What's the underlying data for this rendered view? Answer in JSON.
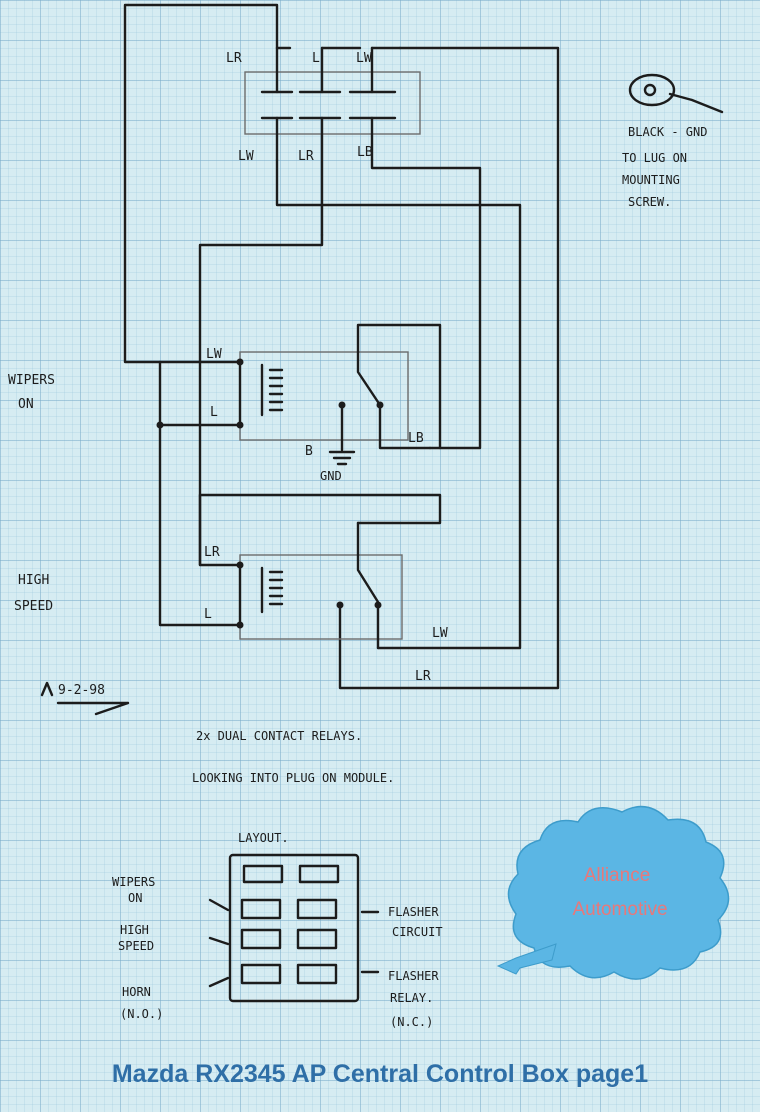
{
  "top_relay": {
    "top_labels": [
      "LR",
      "L",
      "LW"
    ],
    "bottom_labels": [
      "LW",
      "LR",
      "LB"
    ]
  },
  "ground_note": [
    "BLACK - GND",
    "TO LUG ON",
    "MOUNTING",
    "SCREW."
  ],
  "wipers_relay": {
    "side_label": [
      "WIPERS",
      "ON"
    ],
    "pin_labels": [
      "LW",
      "L",
      "LB"
    ],
    "ground_labels": [
      "B",
      "GND"
    ]
  },
  "speed_relay": {
    "side_label": [
      "HIGH",
      "SPEED"
    ],
    "pin_labels": [
      "LR",
      "L",
      "LW",
      "LR"
    ]
  },
  "date": "9-2-98",
  "notes": [
    "2x DUAL CONTACT RELAYS.",
    "LOOKING INTO PLUG ON MODULE."
  ],
  "layout": {
    "title": "LAYOUT.",
    "left_labels": [
      [
        "WIPERS",
        "ON"
      ],
      [
        "HIGH",
        "SPEED"
      ],
      [
        "HORN",
        "(N.O.)"
      ]
    ],
    "right_labels": [
      [
        "FLASHER",
        "CIRCUIT"
      ],
      [
        "FLASHER",
        "RELAY.",
        "(N.C.)"
      ]
    ]
  },
  "logo": {
    "lines": [
      "Alliance",
      "Automotive"
    ],
    "color": "#e8787a",
    "fill": "#5bb6e4"
  },
  "footer": "Mazda RX2345 AP Central Control Box   page1"
}
